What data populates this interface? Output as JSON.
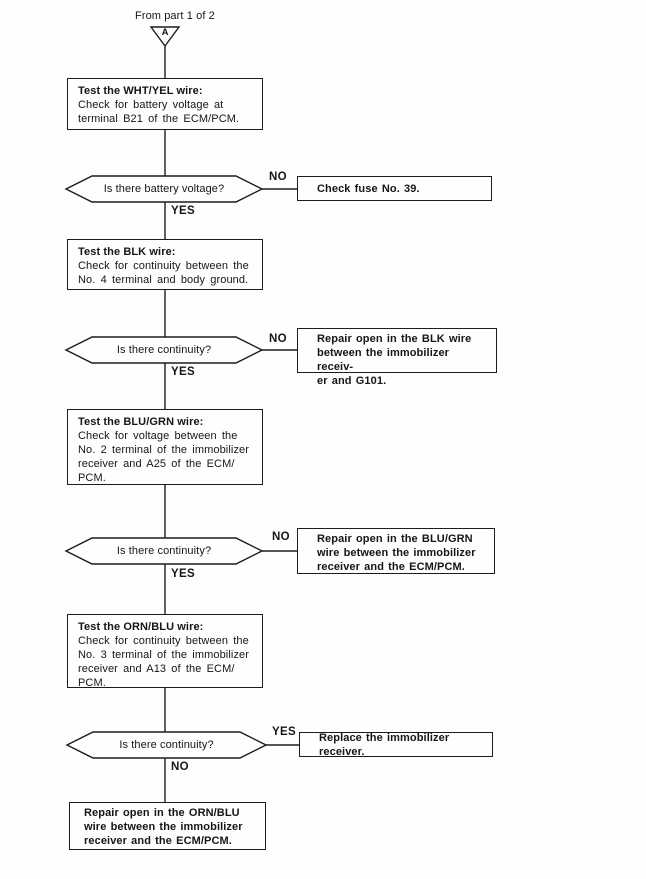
{
  "page": {
    "from_label": "From part 1 of 2",
    "connector_letter": "A"
  },
  "steps": {
    "test_wht_yel": {
      "title": "Test the WHT/YEL wire:",
      "body": "Check for battery voltage at\nterminal B21 of the ECM/PCM."
    },
    "q_battery_voltage": {
      "question": "Is there battery voltage?",
      "branch_right": "NO",
      "branch_down": "YES"
    },
    "check_fuse": {
      "text": "Check fuse No. 39."
    },
    "test_blk": {
      "title": "Test the BLK wire:",
      "body": "Check for continuity between the\nNo. 4 terminal and body ground."
    },
    "q_continuity_blk": {
      "question": "Is there continuity?",
      "branch_right": "NO",
      "branch_down": "YES"
    },
    "repair_blk": {
      "text": "Repair open in the BLK wire\nbetween the immobilizer receiv-\ner and G101."
    },
    "test_blu_grn": {
      "title": "Test the BLU/GRN wire:",
      "body": "Check for voltage between the\nNo. 2 terminal of the immobilizer\nreceiver and A25 of the ECM/\nPCM."
    },
    "q_continuity_blugrn": {
      "question": "Is there continuity?",
      "branch_right": "NO",
      "branch_down": "YES"
    },
    "repair_blugrn": {
      "text": "Repair open in the BLU/GRN\nwire between the immobilizer\nreceiver and the ECM/PCM."
    },
    "test_orn_blu": {
      "title": "Test the ORN/BLU wire:",
      "body": "Check for continuity between the\nNo. 3 terminal of the immobilizer\nreceiver and A13 of the ECM/\nPCM."
    },
    "q_continuity_ornblu": {
      "question": "Is there continuity?",
      "branch_right": "YES",
      "branch_down": "NO"
    },
    "replace_receiver": {
      "text": "Replace the immobilizer receiver."
    },
    "repair_ornblu": {
      "text": "Repair open in the ORN/BLU\nwire between the immobilizer\nreceiver and the ECM/PCM."
    }
  }
}
